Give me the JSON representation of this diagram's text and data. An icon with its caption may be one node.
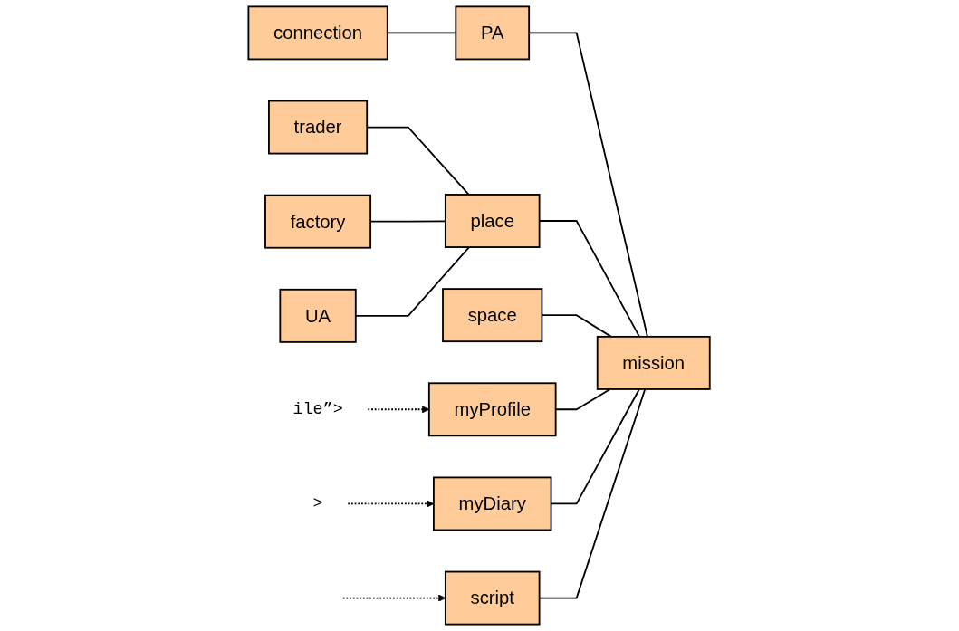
{
  "diagram": {
    "nodes": [
      {
        "text": [
          "connection"
        ]
      },
      {
        "text": [
          "PA"
        ]
      },
      {
        "text": [
          "mission"
        ]
      },
      {
        "text": [
          "trader"
        ]
      },
      {
        "text": [
          "place"
        ]
      },
      {
        "text": [
          "factory"
        ]
      },
      {
        "text": [
          "space"
        ]
      },
      {
        "text": [
          "UA"
        ]
      },
      {
        "text": [
          "ile”>"
        ]
      },
      {
        "text": [
          "myProfile"
        ]
      },
      {
        "text": [
          ">"
        ]
      },
      {
        "text": [
          "myDiary"
        ]
      },
      {
        "text": [
          "script"
        ]
      }
    ],
    "edges": [
      {
        "from": 0,
        "to": 1,
        "arrow": "none"
      },
      {
        "from": 1,
        "to": 2,
        "arrow": "none"
      },
      {
        "from": 3,
        "to": 4,
        "arrow": "none"
      },
      {
        "from": 5,
        "to": 4,
        "arrow": "none"
      },
      {
        "from": 7,
        "to": 4,
        "arrow": "none"
      },
      {
        "from": 4,
        "to": 2,
        "arrow": "none"
      },
      {
        "from": 6,
        "to": 2,
        "arrow": "none"
      },
      {
        "from": 9,
        "to": 2,
        "arrow": "none"
      },
      {
        "from": 11,
        "to": 2,
        "arrow": "none"
      },
      {
        "from": 12,
        "to": 2,
        "arrow": "none"
      },
      {
        "from": 8,
        "to": 9,
        "arrow": "to",
        "style": "dashed"
      },
      {
        "from": 10,
        "to": 11,
        "arrow": "to",
        "style": "dashed"
      },
      {
        "from": null,
        "to": 12,
        "arrow": "to",
        "style": "dashed"
      }
    ]
  }
}
